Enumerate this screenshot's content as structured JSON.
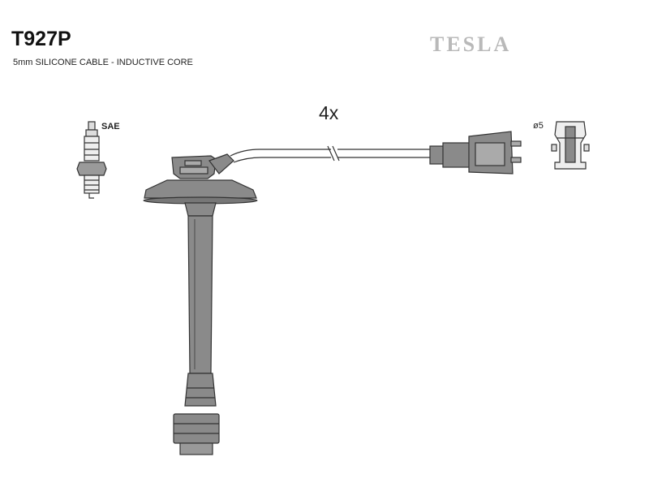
{
  "header": {
    "part_code": "T927P",
    "subtitle": "5mm SILICONE CABLE - INDUCTIVE CORE",
    "brand": "TESLA"
  },
  "diagram": {
    "quantity_label": "4x",
    "spark_plug_label": "SAE",
    "terminal_label": "ø5"
  },
  "colors": {
    "line": "#333333",
    "fill": "#8a8a8a",
    "brand": "#b9b9b9"
  }
}
